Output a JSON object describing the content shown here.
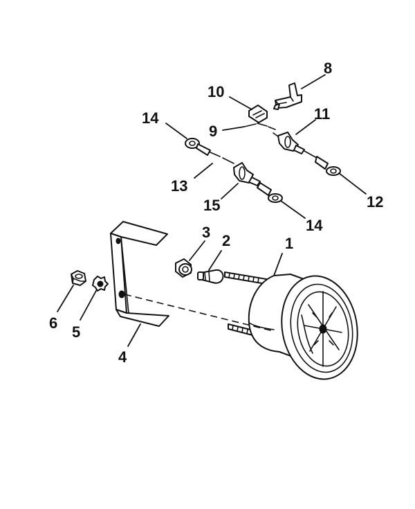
{
  "diagram": {
    "callouts": {
      "p1": "1",
      "p2": "2",
      "p3": "3",
      "p4": "4",
      "p5": "5",
      "p6": "6",
      "p8": "8",
      "p9": "9",
      "p10": "10",
      "p11": "11",
      "p12": "12",
      "p13": "13",
      "p14a": "14",
      "p14b": "14",
      "p15": "15"
    }
  }
}
